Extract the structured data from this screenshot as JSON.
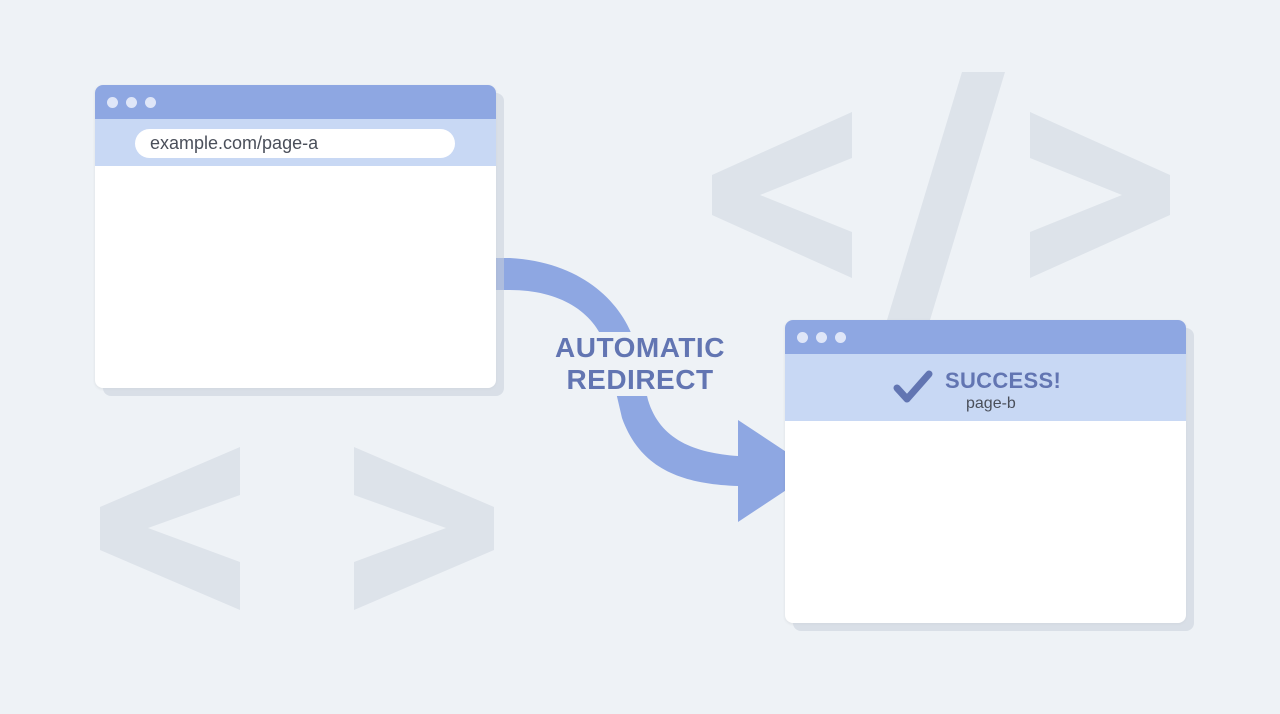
{
  "background": {
    "color": "#eef2f6",
    "symbol_color": "#dde3ea",
    "symbols": [
      "code-brackets-large",
      "code-brackets-small"
    ]
  },
  "window_a": {
    "url": "example.com/page-a"
  },
  "window_b": {
    "status": "SUCCESS!",
    "page": "page-b"
  },
  "redirect": {
    "line1": "AUTOMATIC",
    "line2": "REDIRECT"
  },
  "colors": {
    "titlebar": "#8ea7e2",
    "addressbar": "#c8d8f4",
    "arrow": "#8ea7e2",
    "accent_text": "#6275b2"
  }
}
